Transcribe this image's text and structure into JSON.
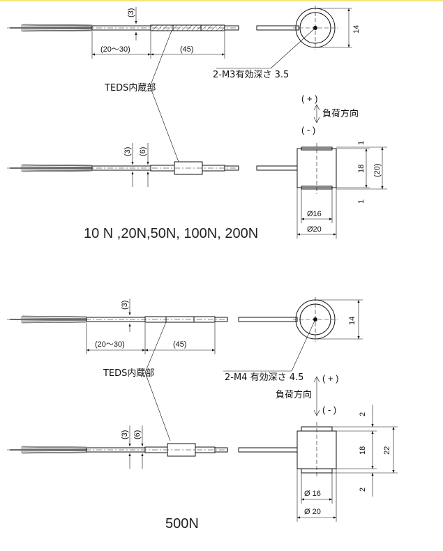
{
  "top": {
    "dim_3": "(3)",
    "dim_20_30": "(20〜30)",
    "dim_45": "(45)",
    "dim_14": "14",
    "thread_note": "2-M3有効深さ 3.5",
    "teds_label": "TEDS内蔵部",
    "plus": "( + )",
    "minus": "( - )",
    "load_dir": "負荷方向",
    "side_dim_3": "(3)",
    "side_dim_6": "(6)",
    "dim_1_top": "1",
    "dim_18": "18",
    "dim_20p": "(20)",
    "dim_1_bot": "1",
    "dia_16": "Ø16",
    "dia_20": "Ø20",
    "caption": "10 N ,20N,50N, 100N, 200N"
  },
  "bottom": {
    "dim_3": "(3)",
    "dim_20_30": "(20〜30)",
    "dim_45": "(45)",
    "dim_14": "14",
    "thread_note": "2-M4 有効深さ 4.5",
    "teds_label": "TEDS内蔵部",
    "plus": "( + )",
    "minus": "( - )",
    "load_dir": "負荷方向",
    "side_dim_3": "(3)",
    "side_dim_6": "(6)",
    "dim_2_top": "2",
    "dim_18": "18",
    "dim_22": "22",
    "dim_2_bot": "2",
    "dia_16": "Ø 16",
    "dia_20": "Ø 20",
    "caption": "500N"
  }
}
